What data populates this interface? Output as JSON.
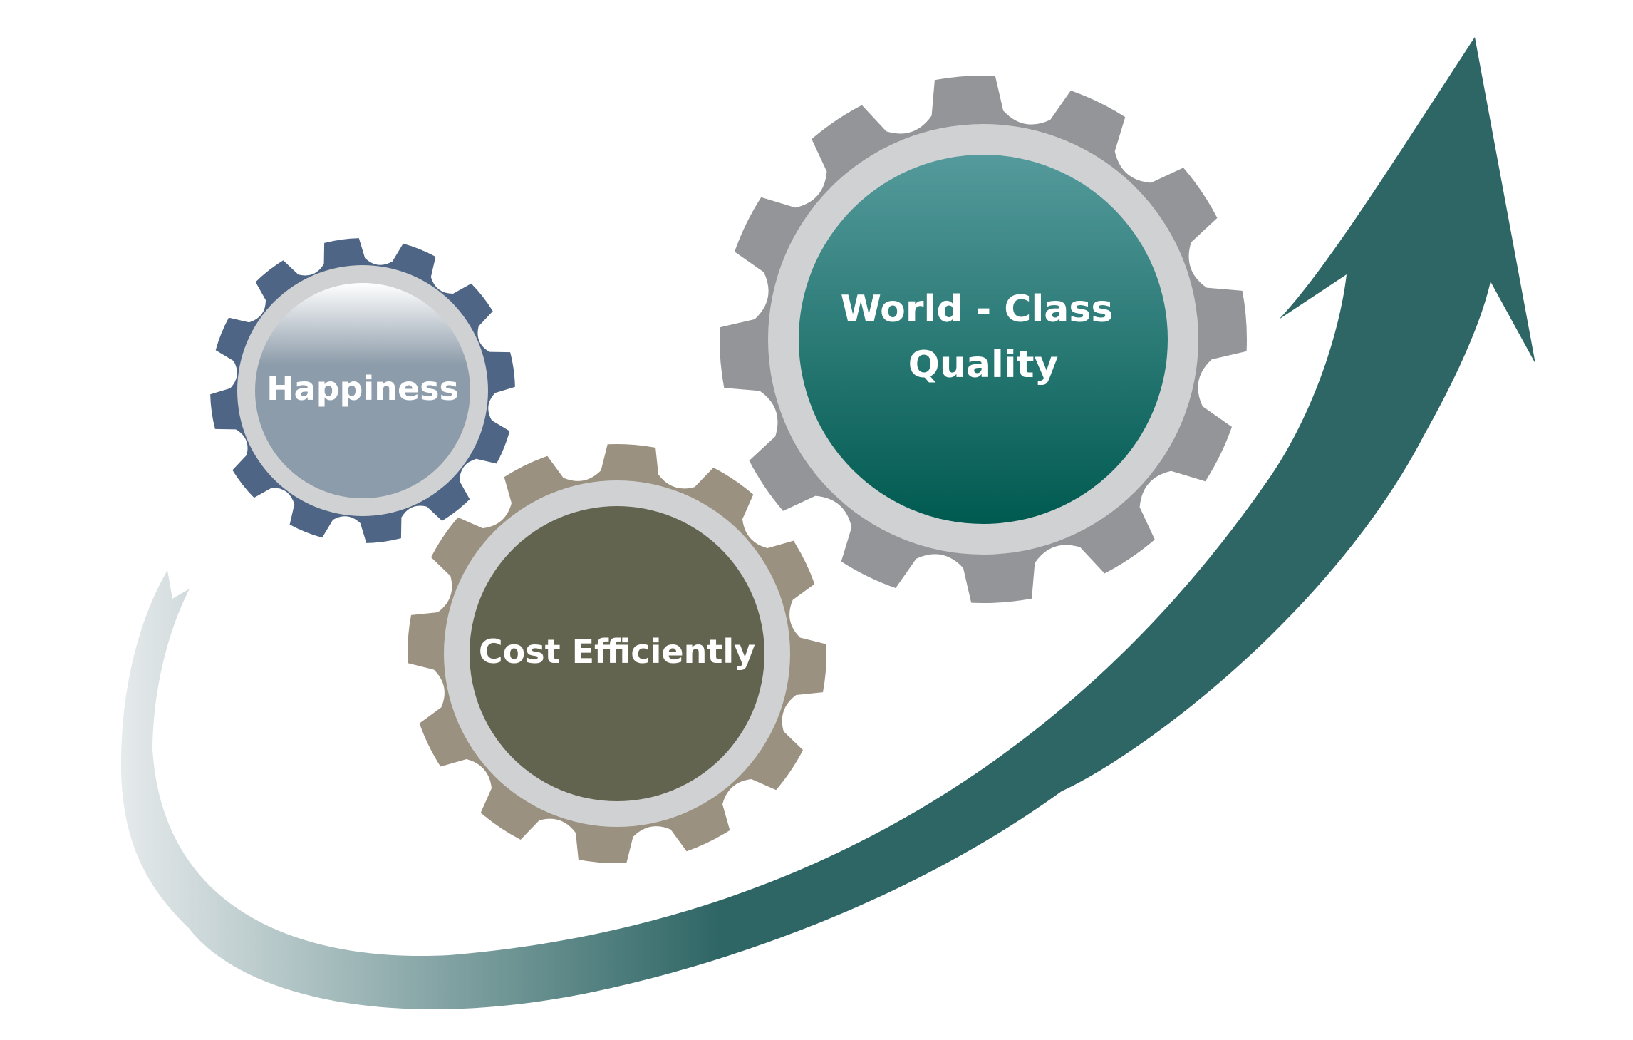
{
  "gears": [
    {
      "id": "happiness",
      "label_lines": [
        "Happiness"
      ],
      "tooth_color": "#4f6585",
      "ring_color": "#d0d1d3",
      "inner_color_top": "#ffffff",
      "inner_color_bottom": "#8d9caa"
    },
    {
      "id": "cost",
      "label_lines": [
        "Cost Efficiently"
      ],
      "tooth_color": "#9b9180",
      "ring_color": "#d0d1d3",
      "inner_color_top": "#636450",
      "inner_color_bottom": "#636450"
    },
    {
      "id": "quality",
      "label_lines": [
        "World - Class",
        "Quality"
      ],
      "tooth_color": "#939598",
      "ring_color": "#d0d1d3",
      "inner_color_top": "#559a9c",
      "inner_color_bottom": "#005a50"
    }
  ],
  "arrow": {
    "color_start": "#e6eaec",
    "color_end": "#2e6665"
  }
}
